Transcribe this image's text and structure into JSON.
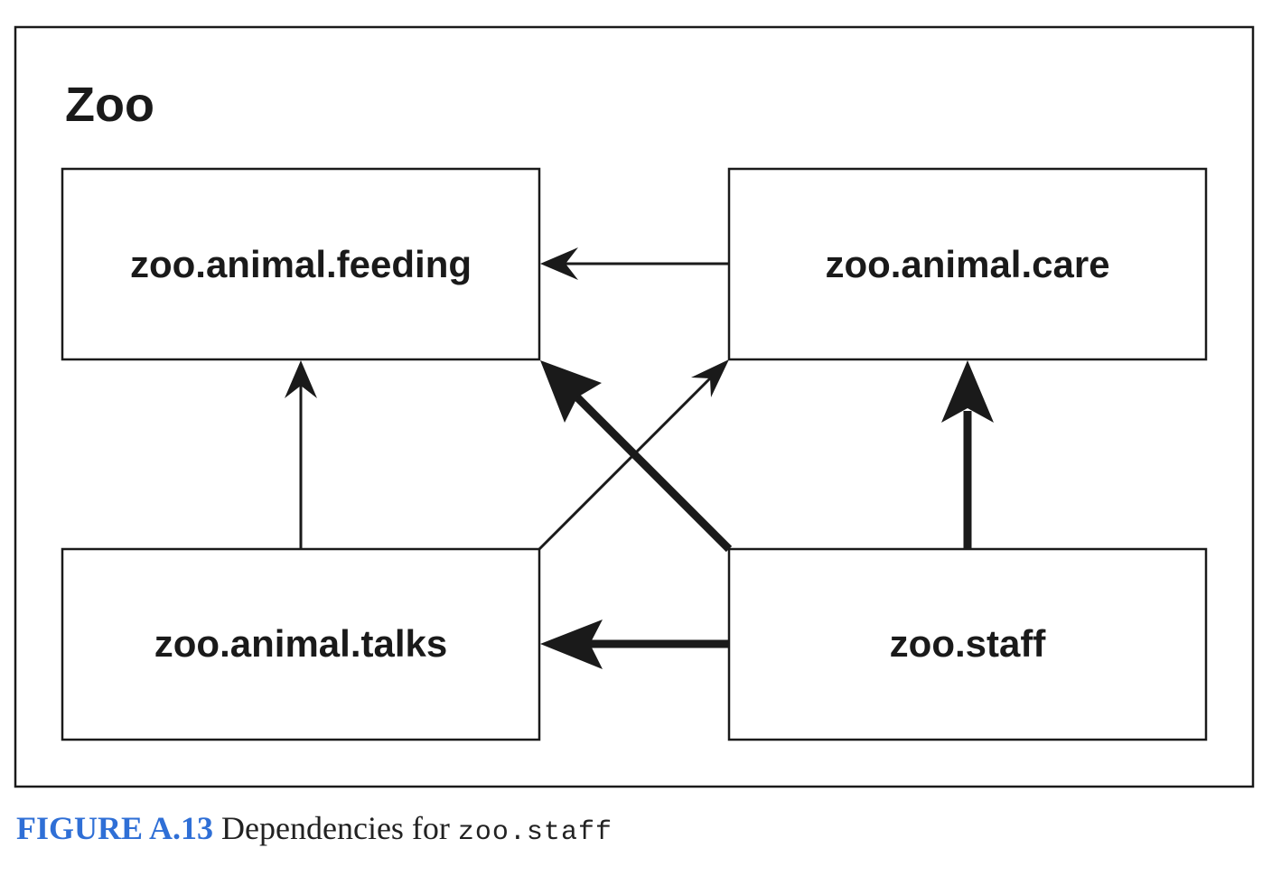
{
  "container": {
    "title": "Zoo"
  },
  "modules": {
    "feeding": "zoo.animal.feeding",
    "care": "zoo.animal.care",
    "talks": "zoo.animal.talks",
    "staff": "zoo.staff"
  },
  "dependencies": [
    {
      "from": "zoo.animal.care",
      "to": "zoo.animal.feeding",
      "emphasis": "thin"
    },
    {
      "from": "zoo.animal.talks",
      "to": "zoo.animal.feeding",
      "emphasis": "thin"
    },
    {
      "from": "zoo.animal.talks",
      "to": "zoo.animal.care",
      "emphasis": "thin"
    },
    {
      "from": "zoo.staff",
      "to": "zoo.animal.feeding",
      "emphasis": "bold"
    },
    {
      "from": "zoo.staff",
      "to": "zoo.animal.care",
      "emphasis": "bold"
    },
    {
      "from": "zoo.staff",
      "to": "zoo.animal.talks",
      "emphasis": "bold"
    }
  ],
  "caption": {
    "label": "FIGURE A.13",
    "text": "Dependencies for",
    "code": "zoo.staff"
  },
  "colors": {
    "line": "#1a1a1a",
    "caption_label": "#2f6fd6"
  }
}
